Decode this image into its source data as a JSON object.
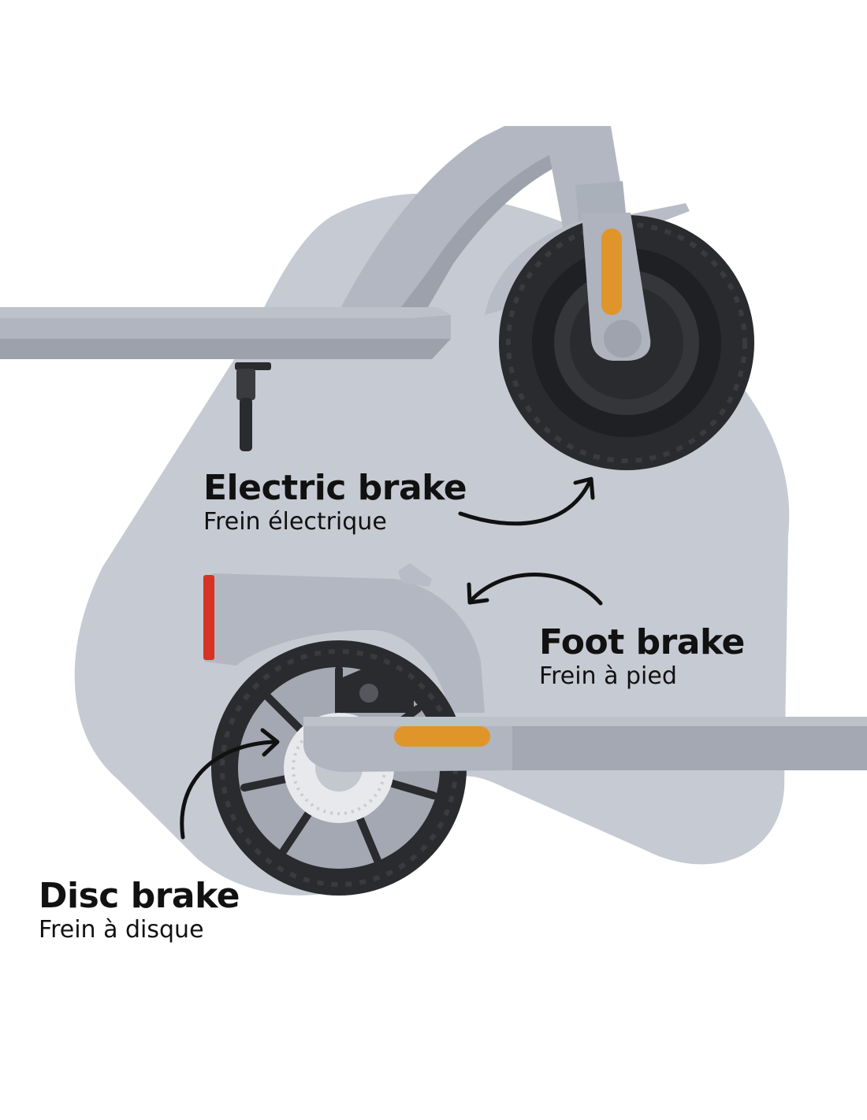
{
  "colors": {
    "background": "#ffffff",
    "blob": "#c6cad3",
    "scooter_body": "#a9aeb8",
    "scooter_dark": "#8f949e",
    "tire": "#2a2b2e",
    "reflector_orange": "#e0952a",
    "rear_light_red": "#d83224",
    "text": "#111111",
    "arrow": "#111111"
  },
  "labels": {
    "electric": {
      "title": "Electric brake",
      "subtitle": "Frein électrique"
    },
    "foot": {
      "title": "Foot brake",
      "subtitle": "Frein à pied"
    },
    "disc": {
      "title": "Disc brake",
      "subtitle": "Frein à disque"
    }
  },
  "icons": {
    "front_wheel": "front-wheel-icon",
    "rear_wheel": "rear-wheel-icon",
    "disc": "brake-disc-icon",
    "arrow": "curved-arrow-icon"
  }
}
